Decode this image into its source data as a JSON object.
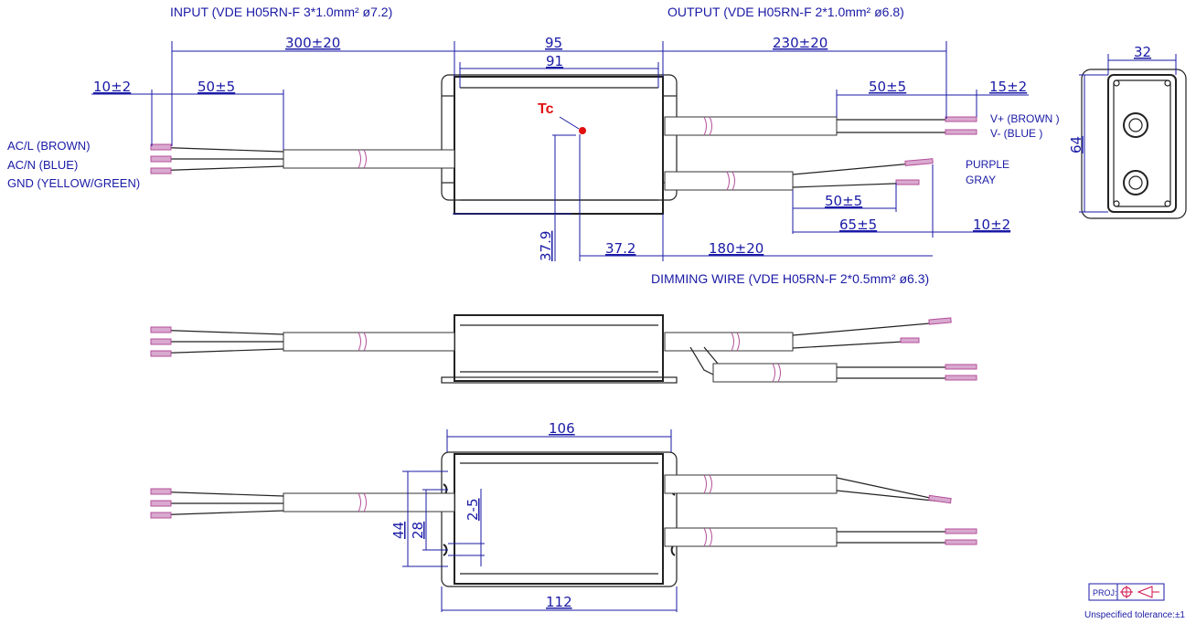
{
  "headers": {
    "input": "INPUT (VDE H05RN-F 3*1.0mm² ø7.2)",
    "output": "OUTPUT (VDE H05RN-F 2*1.0mm² ø6.8)",
    "dimming": "DIMMING WIRE (VDE H05RN-F 2*0.5mm² ø6.3)"
  },
  "input_wires": {
    "l": "AC/L (BROWN)",
    "n": "AC/N (BLUE)",
    "gnd": "GND (YELLOW/GREEN)"
  },
  "output_wires": {
    "vplus": "V+ (BROWN )",
    "vminus": "V- (BLUE )",
    "purple": "PURPLE",
    "gray": "GRAY"
  },
  "tc_label": "Tc",
  "dims": {
    "input_len": "300±20",
    "input_strip": "50±5",
    "input_tip": "10±2",
    "body_95": "95",
    "body_91": "91",
    "output_len": "230±20",
    "output_strip": "50±5",
    "output_tip": "15±2",
    "dim_strip_50": "50±5",
    "dim_strip_65": "65±5",
    "dim_tip": "10±2",
    "tc_x": "37.2",
    "tc_y": "37.9",
    "dim_len": "180±20",
    "side_32": "32",
    "side_64": "64",
    "bottom_106": "106",
    "bottom_112": "112",
    "mount_44": "44",
    "mount_28": "28",
    "mount_25": "2-5"
  },
  "proj_label": "PROJ:",
  "tolerance": "Unspecified tolerance:±1",
  "colors": {
    "annotation": "#1a1aa6",
    "outline": "#222222",
    "wire_strip": "#b4509a",
    "tc_dot": "#e01010"
  }
}
